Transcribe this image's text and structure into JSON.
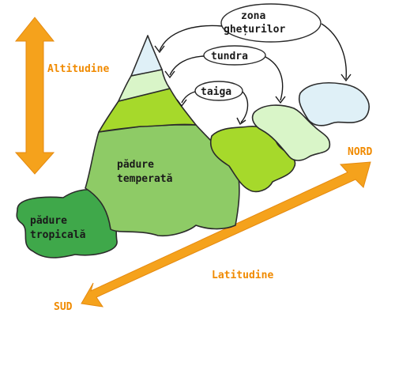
{
  "labels": {
    "altitude": "Altitudine",
    "latitude": "Latitudine",
    "north": "NORD",
    "south": "SUD"
  },
  "zones": {
    "tropical_line1": "pădure",
    "tropical_line2": "tropicală",
    "temperate_line1": "pădure",
    "temperate_line2": "temperată",
    "taiga": "taiga",
    "tundra": "tundra",
    "ice_line1": "zona",
    "ice_line2": "ghețurilor"
  },
  "colors": {
    "arrow": "#f5a21c",
    "label_orange": "#f08a00",
    "tropical": "#3fa84a",
    "temperate": "#8ecb66",
    "taiga": "#a6d92b",
    "tundra": "#d9f5c8",
    "ice": "#dff0f7"
  }
}
